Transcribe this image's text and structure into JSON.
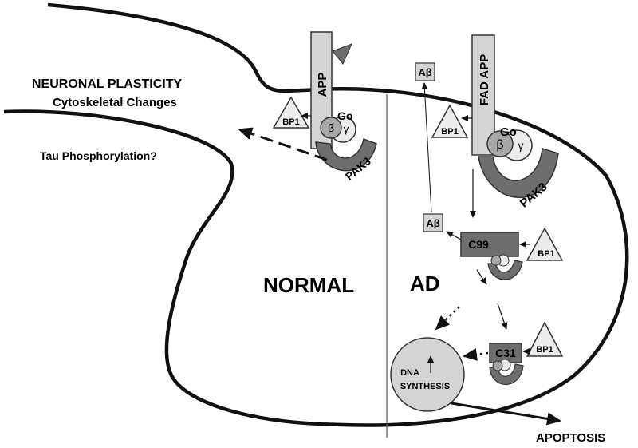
{
  "labels": {
    "neuronal_plasticity": "NEURONAL PLASTICITY",
    "cytoskeletal_changes": "Cytoskeletal Changes",
    "tau_phosphorylation": "Tau Phosphorylation?",
    "normal": "NORMAL",
    "ad": "AD",
    "apoptosis": "APOPTOSIS",
    "dna": "DNA",
    "synthesis": "SYNTHESIS"
  },
  "normal_side": {
    "receptor": "APP",
    "bp1": "BP1",
    "go": "Go",
    "beta": "β",
    "gamma": "γ",
    "pak3": "PAK3"
  },
  "ad_side": {
    "receptor": "FAD APP",
    "abeta_top": "Aβ",
    "abeta_mid": "Aβ",
    "bp1_top": "BP1",
    "go": "Go",
    "beta": "β",
    "gamma": "γ",
    "pak3": "PAK3",
    "c99": "C99",
    "bp1_c99": "BP1",
    "c31": "C31",
    "bp1_c31": "BP1"
  },
  "colors": {
    "line": "#111111",
    "light_gray": "#d4d4d4",
    "mid_gray": "#a8a8a8",
    "dark_gray": "#6e6e6e",
    "very_light": "#ececec"
  }
}
